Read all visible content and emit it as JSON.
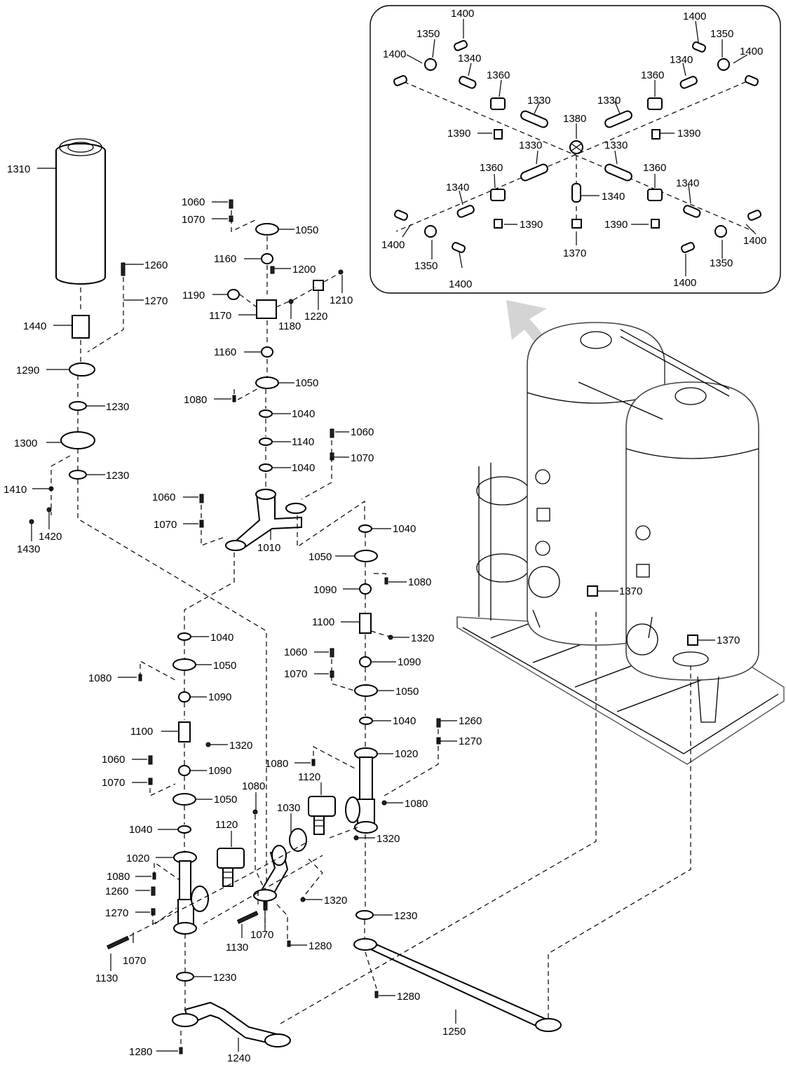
{
  "labels": {
    "l1400": "1400",
    "l1350": "1350",
    "l1340": "1340",
    "l1360": "1360",
    "l1330": "1330",
    "l1380": "1380",
    "l1390": "1390",
    "l1370": "1370",
    "l1310": "1310",
    "l1260": "1260",
    "l1270": "1270",
    "l1440": "1440",
    "l1290": "1290",
    "l1230": "1230",
    "l1300": "1300",
    "l1410": "1410",
    "l1420": "1420",
    "l1430": "1430",
    "l1060": "1060",
    "l1070": "1070",
    "l1050": "1050",
    "l1160": "1160",
    "l1200": "1200",
    "l1190": "1190",
    "l1170": "1170",
    "l1180": "1180",
    "l1220": "1220",
    "l1210": "1210",
    "l1080": "1080",
    "l1040": "1040",
    "l1140": "1140",
    "l1010": "1010",
    "l1090": "1090",
    "l1100": "1100",
    "l1320": "1320",
    "l1020": "1020",
    "l1120": "1120",
    "l1030": "1030",
    "l1130": "1130",
    "l1280": "1280",
    "l1250": "1250",
    "l1240": "1240"
  },
  "colors": {
    "line": "#000000",
    "arrow": "#d4d4d4",
    "tank_stroke": "#444444"
  }
}
